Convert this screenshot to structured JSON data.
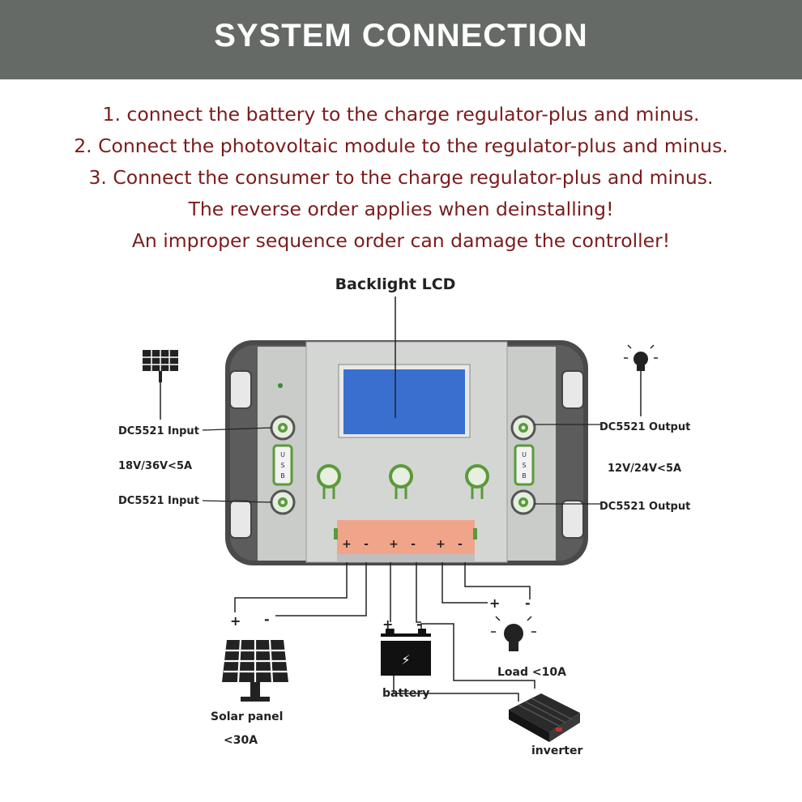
{
  "header": {
    "title": "SYSTEM CONNECTION"
  },
  "instructions": [
    "1. connect the battery to the charge regulator-plus and minus.",
    "2. Connect the photovoltaic module to the regulator-plus and minus.",
    "3. Connect the consumer to the charge regulator-plus and minus.",
    "The reverse order applies when deinstalling!",
    "An improper sequence order can damage the controller!"
  ],
  "diagram": {
    "lcd_label": "Backlight LCD",
    "input_top": "DC5521 Input",
    "input_bottom": "DC5521 Input",
    "input_spec": "18V/36V<5A",
    "output_top": "DC5521 Output",
    "output_bottom": "DC5521 Output",
    "output_spec": "12V/24V<5A",
    "usb_label": [
      "U",
      "S",
      "B"
    ],
    "terminal_signs": [
      "+",
      "-",
      "+",
      "-",
      "+",
      "-"
    ],
    "solar_label": "Solar panel",
    "solar_spec": "<30A",
    "battery_label": "battery",
    "load_label": "Load <10A",
    "inverter_label": "inverter",
    "plus": "+",
    "minus": "-",
    "bolt": "⚡",
    "colors": {
      "header_bg": "#666a66",
      "instruction_text": "#7b1c1c",
      "lcd_blue": "#3a6fd0",
      "terminal_orange": "#f0a58a",
      "knob_green": "#5a9a3a"
    }
  }
}
